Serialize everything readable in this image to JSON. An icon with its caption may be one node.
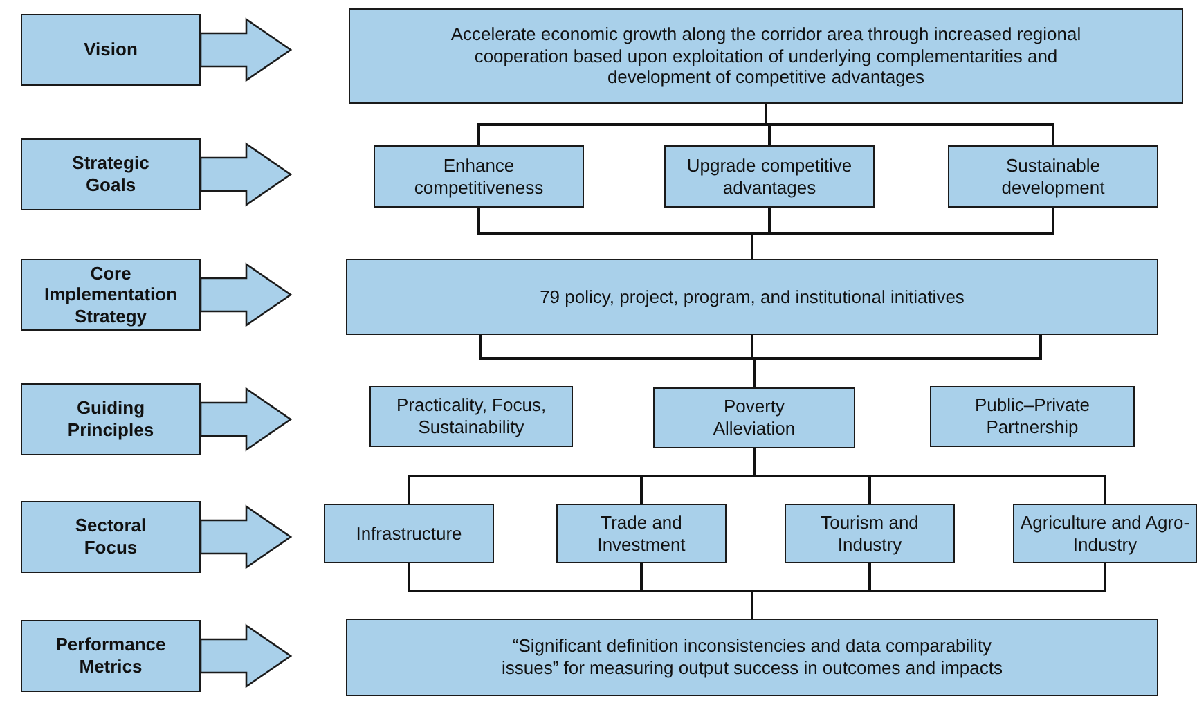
{
  "diagram": {
    "nodes": [
      {
        "text": [
          "Vision"
        ]
      },
      {
        "text": [
          "Accelerate economic growth along the corridor area through increased regional cooperation based upon exploitation of underlying complementarities and development of competitive advantages"
        ]
      },
      {
        "text": [
          "Strategic Goals"
        ]
      },
      {
        "text": [
          "Enhance competitiveness"
        ]
      },
      {
        "text": [
          "Upgrade competitive advantages"
        ]
      },
      {
        "text": [
          "Sustainable development"
        ]
      },
      {
        "text": [
          "Core Implementation Strategy"
        ]
      },
      {
        "text": [
          "79 policy, project, program, and institutional initiatives"
        ]
      },
      {
        "text": [
          "Guiding Principles"
        ]
      },
      {
        "text": [
          "Practicality, Focus, Sustainability"
        ]
      },
      {
        "text": [
          "Poverty Alleviation"
        ]
      },
      {
        "text": [
          "Public–Private Partnership"
        ]
      },
      {
        "text": [
          "Sectoral Focus"
        ]
      },
      {
        "text": [
          "Infrastructure"
        ]
      },
      {
        "text": [
          "Trade and Investment"
        ]
      },
      {
        "text": [
          "Tourism and Industry"
        ]
      },
      {
        "text": [
          "Agriculture and Agro-Industry"
        ]
      },
      {
        "text": [
          "Performance Metrics"
        ]
      },
      {
        "text": [
          "“Significant definition inconsistencies and data comparability issues” for measuring output success in outcomes and impacts"
        ]
      }
    ],
    "edges": [
      {
        "from": 0,
        "to": null,
        "arrow": "to",
        "style": "thick"
      },
      {
        "from": 2,
        "to": null,
        "arrow": "to",
        "style": "thick"
      },
      {
        "from": 6,
        "to": null,
        "arrow": "to",
        "style": "thick"
      },
      {
        "from": 8,
        "to": null,
        "arrow": "to",
        "style": "thick"
      },
      {
        "from": 12,
        "to": null,
        "arrow": "to",
        "style": "thick"
      },
      {
        "from": 17,
        "to": null,
        "arrow": "to",
        "style": "thick"
      },
      {
        "from": 1,
        "to": 3,
        "arrow": "none"
      },
      {
        "from": 1,
        "to": 4,
        "arrow": "none"
      },
      {
        "from": 1,
        "to": 5,
        "arrow": "none"
      },
      {
        "from": 3,
        "to": 7,
        "arrow": "none"
      },
      {
        "from": 4,
        "to": 7,
        "arrow": "none"
      },
      {
        "from": 5,
        "to": 7,
        "arrow": "none"
      },
      {
        "from": 7,
        "to": 10,
        "arrow": "none"
      },
      {
        "from": 10,
        "to": 13,
        "arrow": "none"
      },
      {
        "from": 10,
        "to": 14,
        "arrow": "none"
      },
      {
        "from": 10,
        "to": 15,
        "arrow": "none"
      },
      {
        "from": 10,
        "to": 16,
        "arrow": "none"
      },
      {
        "from": 13,
        "to": 18,
        "arrow": "none"
      },
      {
        "from": 14,
        "to": 18,
        "arrow": "none"
      },
      {
        "from": 15,
        "to": 18,
        "arrow": "none"
      },
      {
        "from": 16,
        "to": 18,
        "arrow": "none"
      }
    ]
  }
}
